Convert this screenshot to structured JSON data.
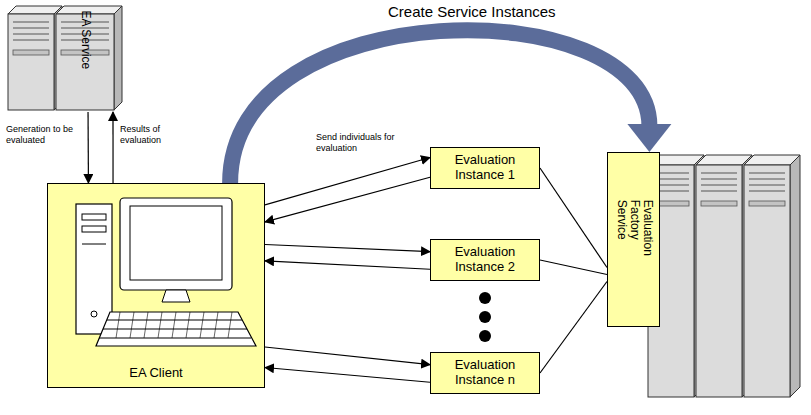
{
  "diagram": {
    "nodes": [
      {
        "text": [
          "EA Service"
        ]
      },
      {
        "text": [
          "EA Client"
        ]
      },
      {
        "text": [
          "Evaluation Instance 1"
        ]
      },
      {
        "text": [
          "Evaluation Instance 2"
        ]
      },
      {
        "text": [
          "Evaluation Instance n"
        ]
      },
      {
        "text": [
          "Evaluation Factory Service"
        ]
      }
    ],
    "edges": [
      {
        "from": 0,
        "to": 1,
        "arrow": "to",
        "label": "Generation to be evaluated"
      },
      {
        "from": 1,
        "to": 0,
        "arrow": "to",
        "label": "Results of evaluation"
      },
      {
        "from": 1,
        "to": 5,
        "arrow": "to",
        "label": "Create Service Instances"
      },
      {
        "from": 1,
        "to": 2,
        "arrow": "to",
        "label": "Send individuals for evaluation"
      },
      {
        "from": 2,
        "to": 1,
        "arrow": "to"
      },
      {
        "from": 1,
        "to": 3,
        "arrow": "to"
      },
      {
        "from": 3,
        "to": 1,
        "arrow": "to"
      },
      {
        "from": 1,
        "to": 4,
        "arrow": "to"
      },
      {
        "from": 4,
        "to": 1,
        "arrow": "to"
      },
      {
        "from": 2,
        "to": 5,
        "arrow": "none"
      },
      {
        "from": 3,
        "to": 5,
        "arrow": "none"
      },
      {
        "from": 4,
        "to": 5,
        "arrow": "none"
      }
    ]
  }
}
